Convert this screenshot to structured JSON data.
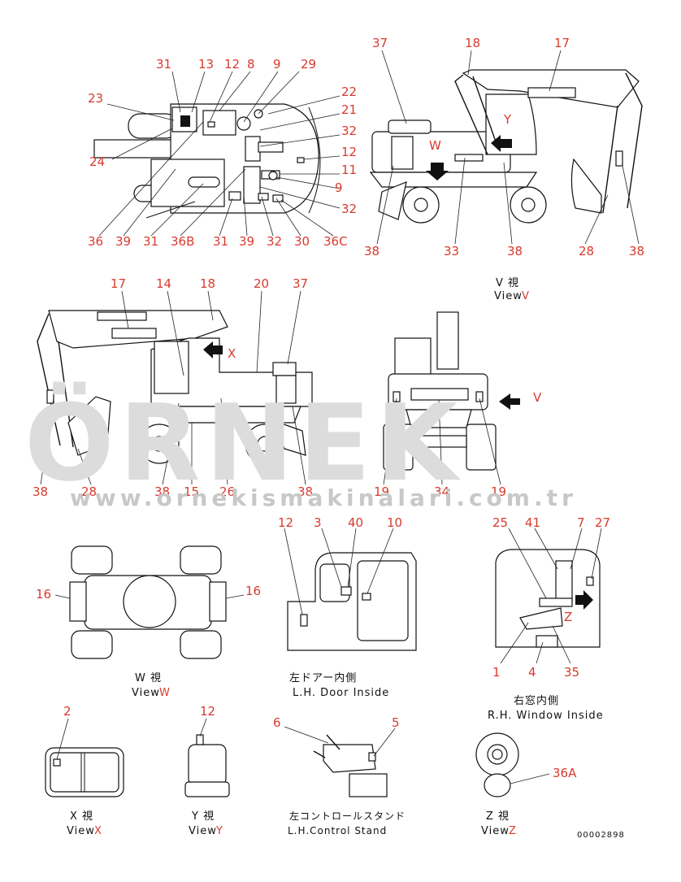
{
  "watermark": {
    "brand": "ÖRNEK",
    "url": "www.ornekismakinalari.com.tr"
  },
  "part_code": "00002898",
  "colors": {
    "callout": "#d83a2e",
    "line": "#111111",
    "watermark": "#dcdcdc"
  },
  "views": {
    "top_left_numbers": {
      "n31": "31",
      "n13": "13",
      "n12": "12",
      "n8": "8",
      "n9": "9",
      "n29": "29",
      "n23": "23",
      "n22": "22",
      "n21": "21",
      "n32a": "32",
      "n12b": "12",
      "n11": "11",
      "n24": "24",
      "n9b": "9",
      "n32b": "32",
      "n36": "36",
      "n39": "39",
      "n31b": "31",
      "n36B": "36B",
      "n31c": "31",
      "n39b": "39",
      "n32c": "32",
      "n30": "30",
      "n36C": "36C"
    },
    "top_right_numbers": {
      "n37": "37",
      "n18": "18",
      "n17": "17",
      "n38a": "38",
      "n33": "33",
      "n38b": "38",
      "n28": "28",
      "n38c": "38",
      "W": "W",
      "Y": "Y"
    },
    "view_v": {
      "jp": "V 視",
      "en": "View",
      "letter": "V"
    },
    "mid_left_numbers": {
      "n17": "17",
      "n14": "14",
      "n18": "18",
      "n20": "20",
      "n37": "37",
      "X": "X",
      "n38a": "38",
      "n28": "28",
      "n38b": "38",
      "n15": "15",
      "n26": "26",
      "n38c": "38"
    },
    "mid_right_numbers": {
      "V": "V",
      "n19a": "19",
      "n34": "34",
      "n19b": "19"
    },
    "view_w": {
      "jp": "W 視",
      "en": "View",
      "letter": "W",
      "n16a": "16",
      "n16b": "16"
    },
    "lh_door": {
      "jp": "左ドアー内側",
      "en": "L.H. Door Inside",
      "n12": "12",
      "n3": "3",
      "n40": "40",
      "n10": "10"
    },
    "rh_window": {
      "jp": "右窓内側",
      "en": "R.H. Window Inside",
      "n25": "25",
      "n41": "41",
      "n7": "7",
      "n27": "27",
      "Z": "Z",
      "n1": "1",
      "n4": "4",
      "n35": "35"
    },
    "view_x": {
      "jp": "X 視",
      "en": "View",
      "letter": "X",
      "n2": "2"
    },
    "view_y": {
      "jp": "Y 視",
      "en": "View",
      "letter": "Y",
      "n12": "12"
    },
    "lh_control": {
      "jp": "左コントロールスタンド",
      "en": "L.H.Control Stand",
      "n6": "6",
      "n5": "5"
    },
    "view_z": {
      "jp": "Z 視",
      "en": "View",
      "letter": "Z",
      "n36A": "36A"
    }
  }
}
